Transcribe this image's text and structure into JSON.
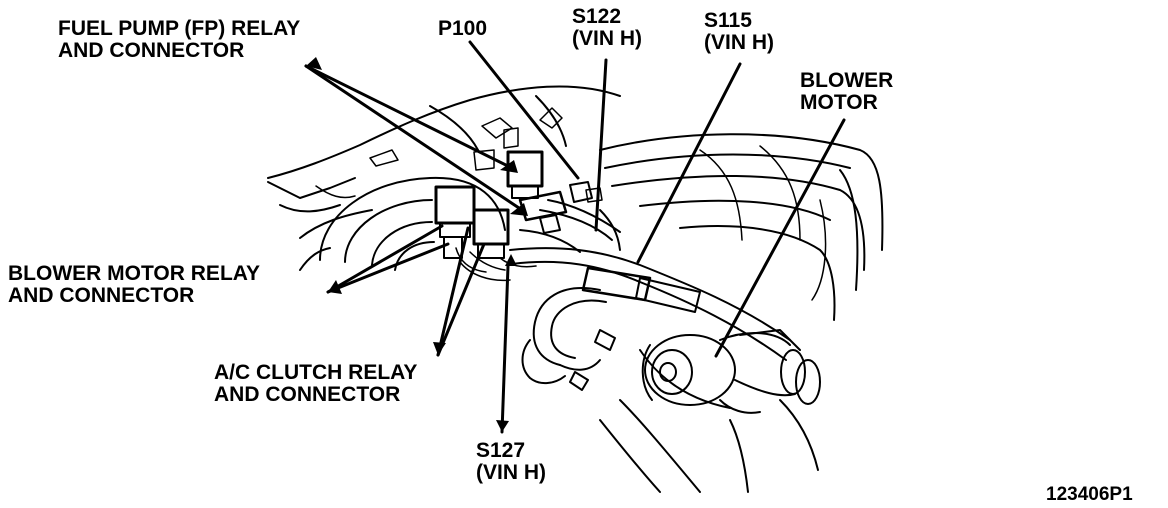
{
  "callouts": {
    "fuel_pump_relay": [
      "FUEL PUMP (FP) RELAY",
      "AND CONNECTOR"
    ],
    "p100": [
      "P100"
    ],
    "s122": [
      "S122",
      "(VIN H)"
    ],
    "s115": [
      "S115",
      "(VIN H)"
    ],
    "blower_motor": [
      "BLOWER",
      "MOTOR"
    ],
    "blower_motor_relay": [
      "BLOWER MOTOR RELAY",
      "AND CONNECTOR"
    ],
    "ac_clutch_relay": [
      "A/C CLUTCH RELAY",
      "AND CONNECTOR"
    ],
    "s127": [
      "S127",
      "(VIN H)"
    ]
  },
  "figure_number": "123406P1",
  "colors": {
    "ink": "#000000",
    "paper": "#ffffff"
  }
}
